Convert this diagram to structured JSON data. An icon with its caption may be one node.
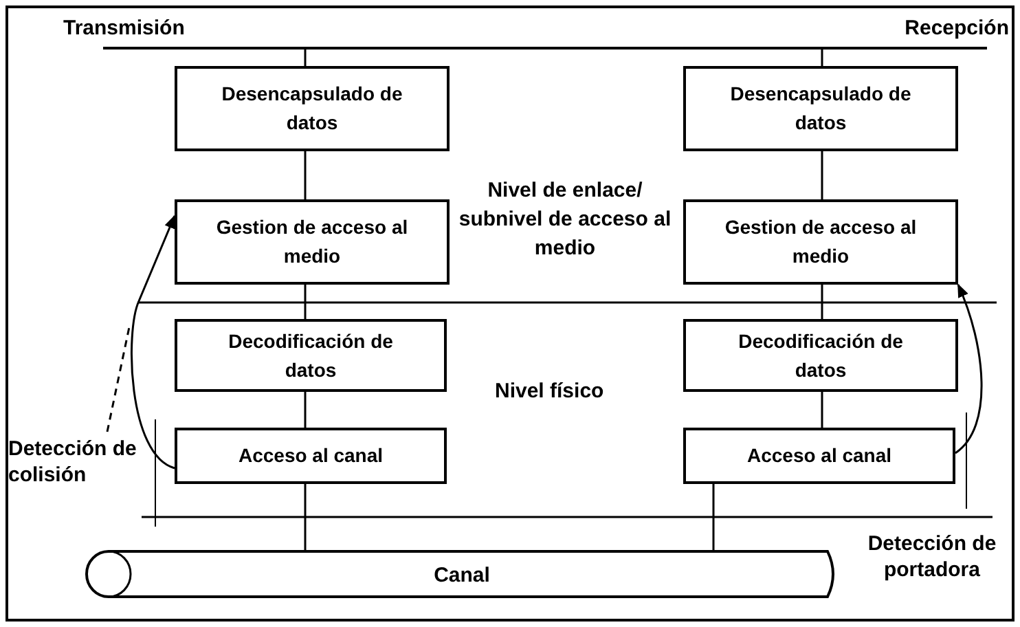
{
  "diagram": {
    "nodes": [
      {
        "text": [
          "Desencapsulado de datos"
        ]
      },
      {
        "text": [
          "Gestion de acceso al medio"
        ]
      },
      {
        "text": [
          "Decodificación de datos"
        ]
      },
      {
        "text": [
          "Acceso al canal"
        ]
      },
      {
        "text": [
          "Desencapsulado de datos"
        ]
      },
      {
        "text": [
          "Gestion de acceso al medio"
        ]
      },
      {
        "text": [
          "Decodificación de datos"
        ]
      },
      {
        "text": [
          "Acceso al canal"
        ]
      },
      {
        "text": [
          "Canal"
        ]
      },
      {
        "text": [
          "Detección de colisión"
        ]
      },
      {
        "text": [],
        "shape": "bar"
      }
    ],
    "edges": [
      {
        "from": 0,
        "to": 1,
        "arrow": "none"
      },
      {
        "from": 1,
        "to": 2,
        "arrow": "none"
      },
      {
        "from": 2,
        "to": 3,
        "arrow": "none"
      },
      {
        "from": 4,
        "to": 5,
        "arrow": "none"
      },
      {
        "from": 5,
        "to": 6,
        "arrow": "none"
      },
      {
        "from": 6,
        "to": 7,
        "arrow": "none"
      },
      {
        "from": 3,
        "to": 8,
        "arrow": "none"
      },
      {
        "from": 7,
        "to": 8,
        "arrow": "none"
      },
      {
        "from": 3,
        "to": 1,
        "arrow": "to"
      },
      {
        "from": 7,
        "to": 5,
        "arrow": "to"
      },
      {
        "from": 9,
        "to": null,
        "arrow": "none",
        "style": "dashed"
      },
      {
        "from": 10,
        "to": 0,
        "arrow": "none"
      },
      {
        "from": 10,
        "to": 4,
        "arrow": "none"
      }
    ],
    "labels": [
      "Transmisión",
      "Recepción",
      "Nivel de enlace/ subnivel de acceso al medio",
      "Nivel físico",
      "Detección de portadora"
    ]
  }
}
